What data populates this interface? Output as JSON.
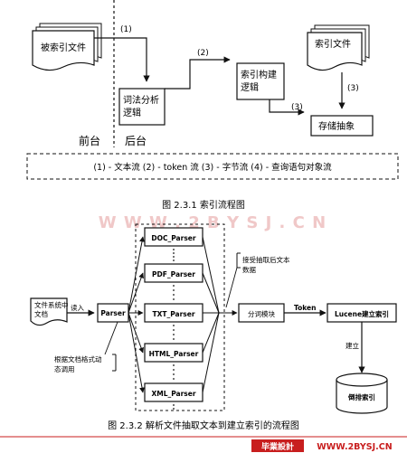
{
  "diagram1": {
    "indexed_docs": "被索引文件",
    "index_files": "索引文件",
    "lexical_analysis": "词法分析\n逻辑",
    "index_build": "索引构建\n逻辑",
    "storage": "存储抽象",
    "front": "前台",
    "back": "后台",
    "arrow_labels": [
      "(1)",
      "(2)",
      "(3)",
      "(3)"
    ],
    "legend": "(1) - 文本流 (2) - token 流 (3) - 字节流 (4) - 查询语句对象流",
    "caption": "图 2.3.1  索引流程图"
  },
  "watermark": "W W W . 2 B Y S J . C N",
  "diagram2": {
    "filesystem_docs": "文件系统中\n文档",
    "read_in": "读入",
    "parser": "Parser",
    "parsers": [
      "DOC_Parser",
      "PDF_Parser",
      "TXT_Parser",
      "HTML_Parser",
      "XML_Parser"
    ],
    "dispatch_note": "根据文档格式动\n态调用",
    "extracted_note": "接受抽取后文本\n数据",
    "segmenter": "分词模块",
    "token": "Token",
    "lucene_index": "Lucene建立索引",
    "build": "建立",
    "inverted_index": "倒排索引",
    "caption": "图 2.3.2  解析文件抽取文本到建立索引的流程图"
  },
  "footer": {
    "badge": "毕業設計",
    "url": "WWW.2BYSJ.CN"
  },
  "colors": {
    "line": "#111111",
    "watermark": "#f0c8c8",
    "badge_bg": "#c81e1e",
    "badge_text": "#ffffff",
    "footer_url": "#c81e1e"
  }
}
